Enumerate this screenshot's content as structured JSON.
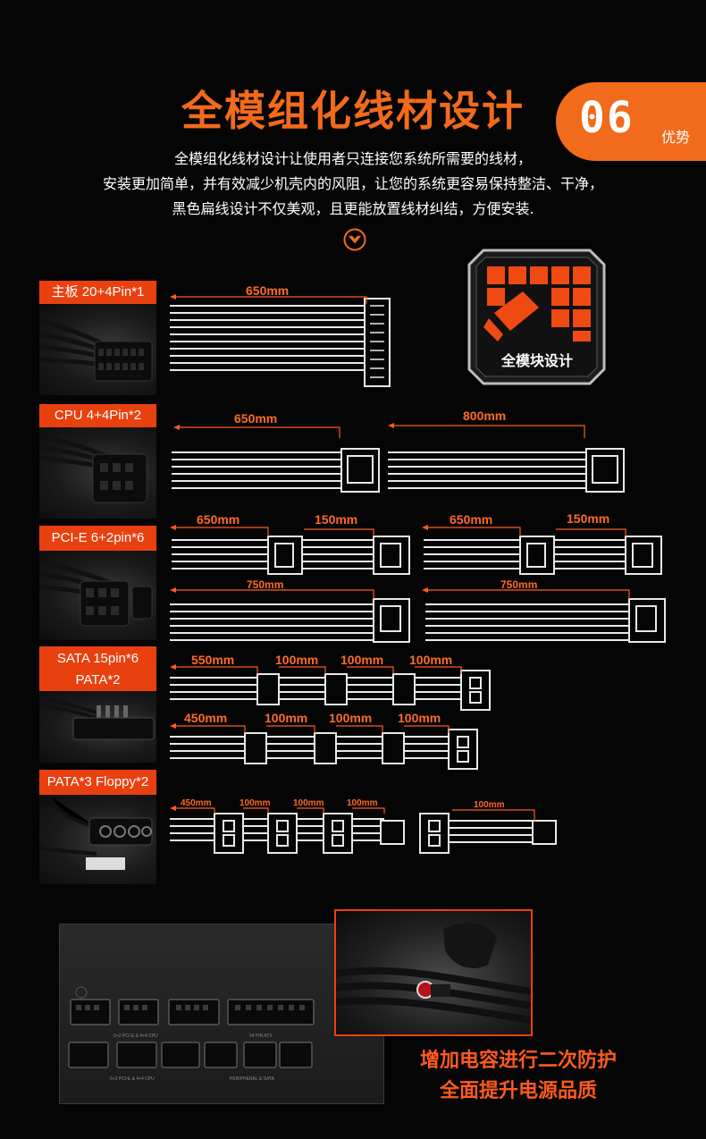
{
  "header": {
    "title": "全模组化线材设计",
    "badge_number": "06",
    "badge_label": "优势",
    "description_lines": [
      "全模组化线材设计让使用者只连接您系统所需要的线材，",
      "安装更加简单，并有效减少机壳内的风阻，让您的系统更容易保持整洁、干净，",
      "黑色扁线设计不仅美观，且更能放置线材纠结，方便安装."
    ]
  },
  "modular_badge": {
    "text": "全模块设计"
  },
  "rows": [
    {
      "label": "主板 20+4Pin*1",
      "lengths": [
        "650mm"
      ]
    },
    {
      "label": "CPU 4+4Pin*2",
      "lengths": [
        "650mm",
        "800mm"
      ]
    },
    {
      "label": "PCI-E 6+2pin*6",
      "lengths": [
        "650mm",
        "150mm",
        "650mm",
        "150mm",
        "750mm",
        "750mm"
      ]
    },
    {
      "label_line1": "SATA 15pin*6",
      "label_line2": "PATA*2",
      "lengths": [
        "550mm",
        "100mm",
        "100mm",
        "100mm",
        "450mm",
        "100mm",
        "100mm",
        "100mm"
      ]
    },
    {
      "label": "PATA*3 Floppy*2",
      "lengths": [
        "450mm",
        "100mm",
        "100mm",
        "100mm",
        "100mm"
      ]
    }
  ],
  "psu_panel": {
    "top_label_left": "6+2 PCI-E & 4+4 CPU",
    "top_label_right": "24 PIN ATX",
    "bottom_label_left": "6+2 PCI-E & 4+4 CPU",
    "bottom_label_right": "PERIPHERAL & SATA"
  },
  "caption": {
    "line1": "增加电容进行二次防护",
    "line2": "全面提升电源品质"
  },
  "colors": {
    "accent": "#f26a1b",
    "label_bg": "#e8410f",
    "background": "#050505"
  }
}
